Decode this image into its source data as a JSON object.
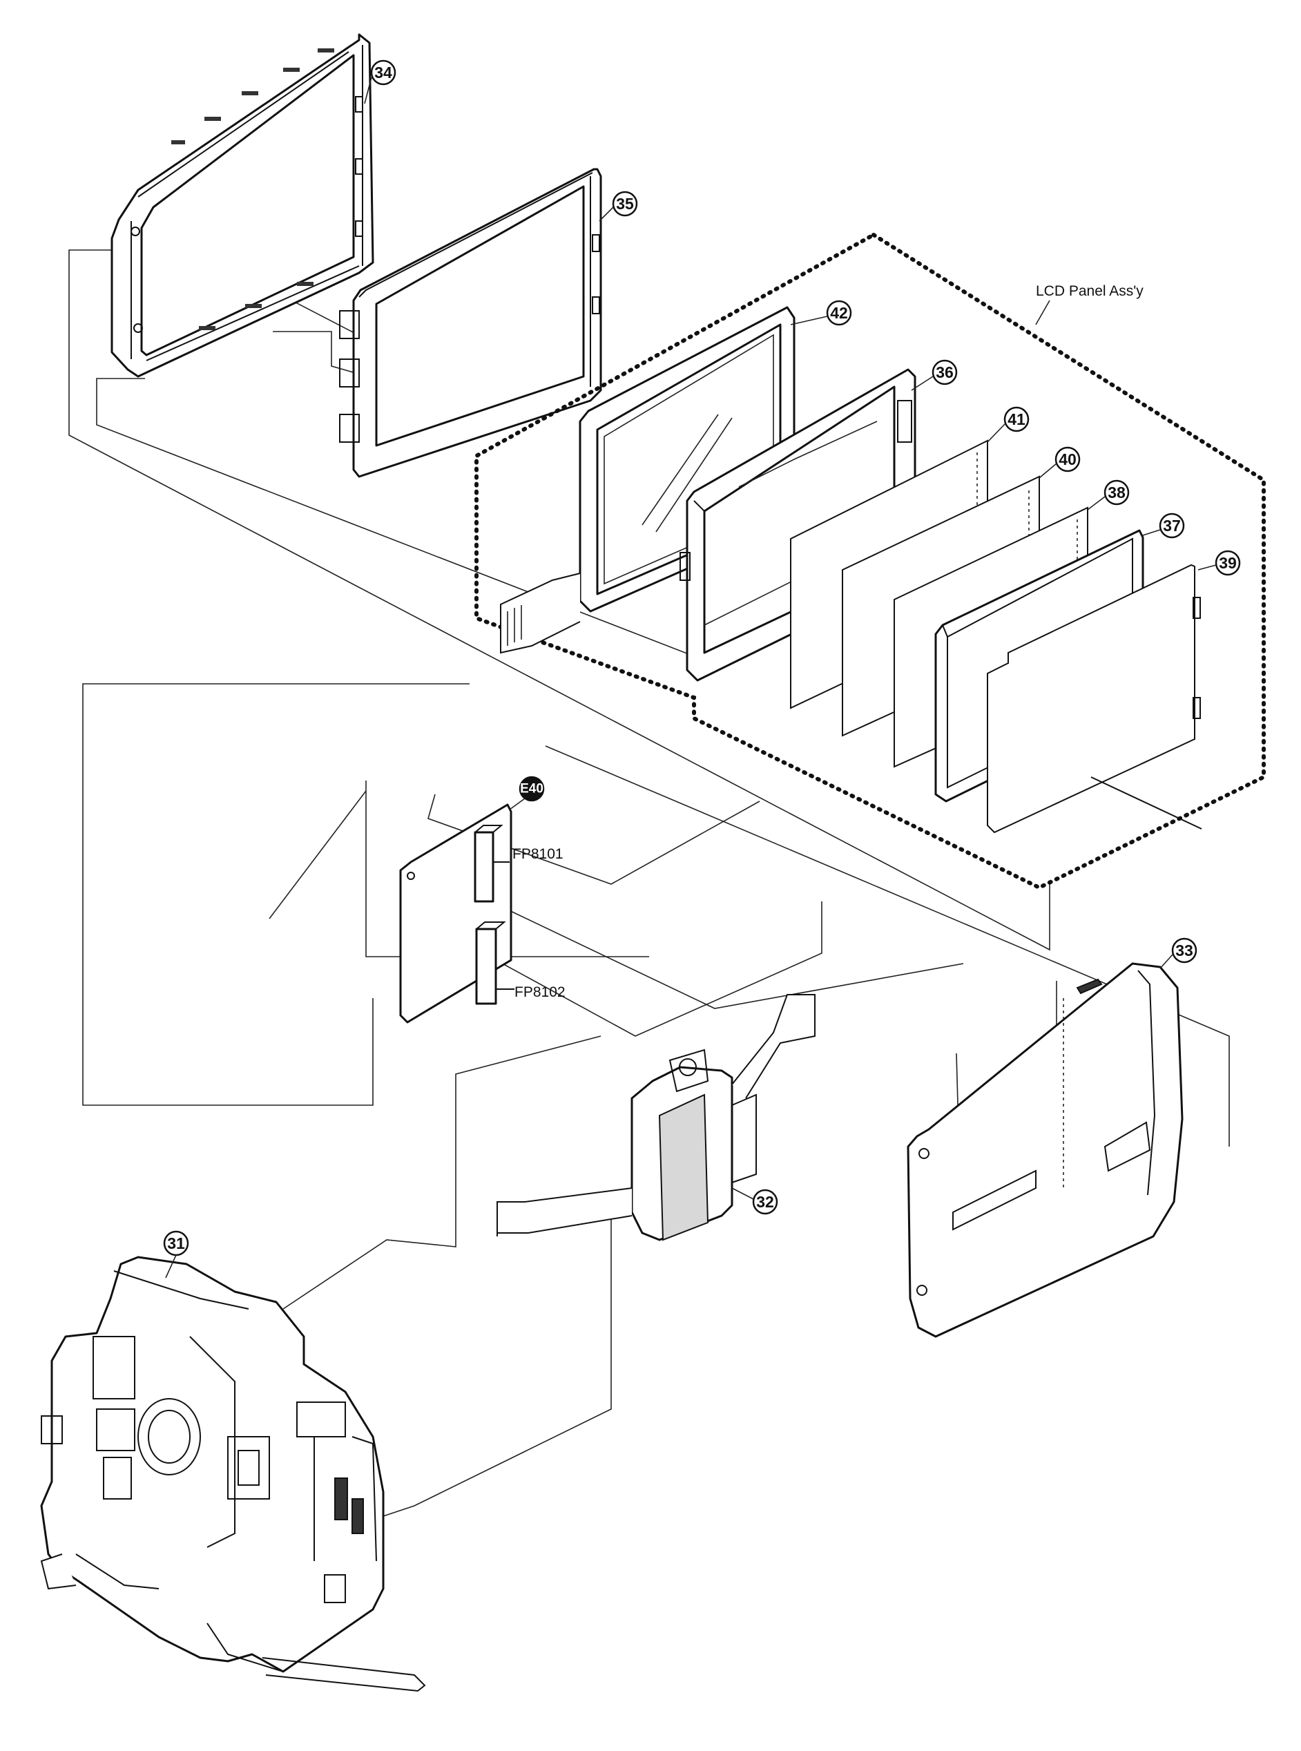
{
  "callouts": {
    "p31": "31",
    "p32": "32",
    "p33": "33",
    "p34": "34",
    "p35": "35",
    "p36": "36",
    "p37": "37",
    "p38": "38",
    "p39": "39",
    "p40": "40",
    "p41": "41",
    "p42": "42",
    "e40": "E40"
  },
  "labels": {
    "lcd_panel_assy": "LCD Panel Ass'y",
    "connector_1": "FP8101",
    "connector_2": "FP8102"
  }
}
